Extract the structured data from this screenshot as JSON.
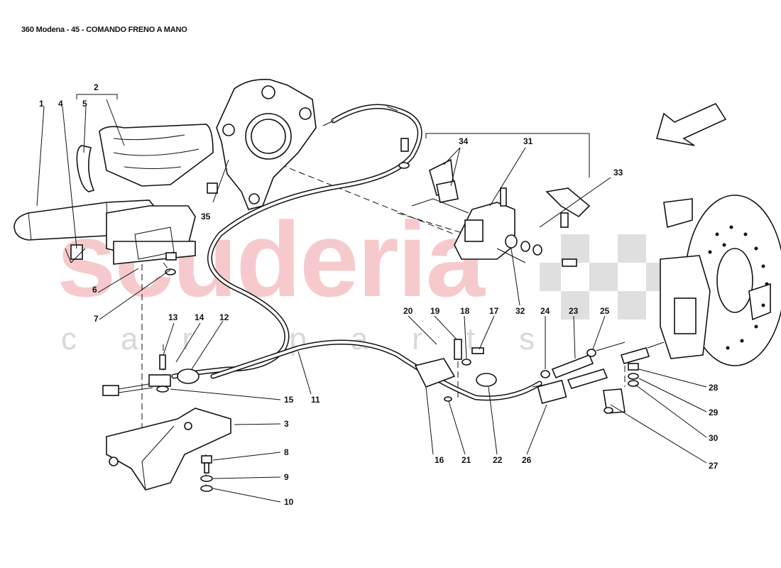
{
  "title": "360 Modena - 45 - COMANDO FRENO A MANO",
  "watermark": {
    "main": "scuderia",
    "sub": "car parts"
  },
  "callouts": [
    {
      "id": "1",
      "label": "1"
    },
    {
      "id": "2",
      "label": "2"
    },
    {
      "id": "3",
      "label": "3"
    },
    {
      "id": "4",
      "label": "4"
    },
    {
      "id": "5",
      "label": "5"
    },
    {
      "id": "6",
      "label": "6"
    },
    {
      "id": "7",
      "label": "7"
    },
    {
      "id": "8",
      "label": "8"
    },
    {
      "id": "9",
      "label": "9"
    },
    {
      "id": "10",
      "label": "10"
    },
    {
      "id": "11",
      "label": "11"
    },
    {
      "id": "12",
      "label": "12"
    },
    {
      "id": "13",
      "label": "13"
    },
    {
      "id": "14",
      "label": "14"
    },
    {
      "id": "15",
      "label": "15"
    },
    {
      "id": "16",
      "label": "16"
    },
    {
      "id": "17",
      "label": "17"
    },
    {
      "id": "18",
      "label": "18"
    },
    {
      "id": "19",
      "label": "19"
    },
    {
      "id": "20",
      "label": "20"
    },
    {
      "id": "21",
      "label": "21"
    },
    {
      "id": "22",
      "label": "22"
    },
    {
      "id": "23",
      "label": "23"
    },
    {
      "id": "24",
      "label": "24"
    },
    {
      "id": "25",
      "label": "25"
    },
    {
      "id": "26",
      "label": "26"
    },
    {
      "id": "27",
      "label": "27"
    },
    {
      "id": "28",
      "label": "28"
    },
    {
      "id": "29",
      "label": "29"
    },
    {
      "id": "30",
      "label": "30"
    },
    {
      "id": "31",
      "label": "31"
    },
    {
      "id": "32",
      "label": "32"
    },
    {
      "id": "33",
      "label": "33"
    },
    {
      "id": "34",
      "label": "34"
    },
    {
      "id": "35",
      "label": "35"
    }
  ],
  "colors": {
    "watermark_main": "#f3b9bd",
    "watermark_sub": "#d8d8d8",
    "line": "#111111"
  },
  "icons": {
    "direction": "arrow-left-down-icon"
  }
}
